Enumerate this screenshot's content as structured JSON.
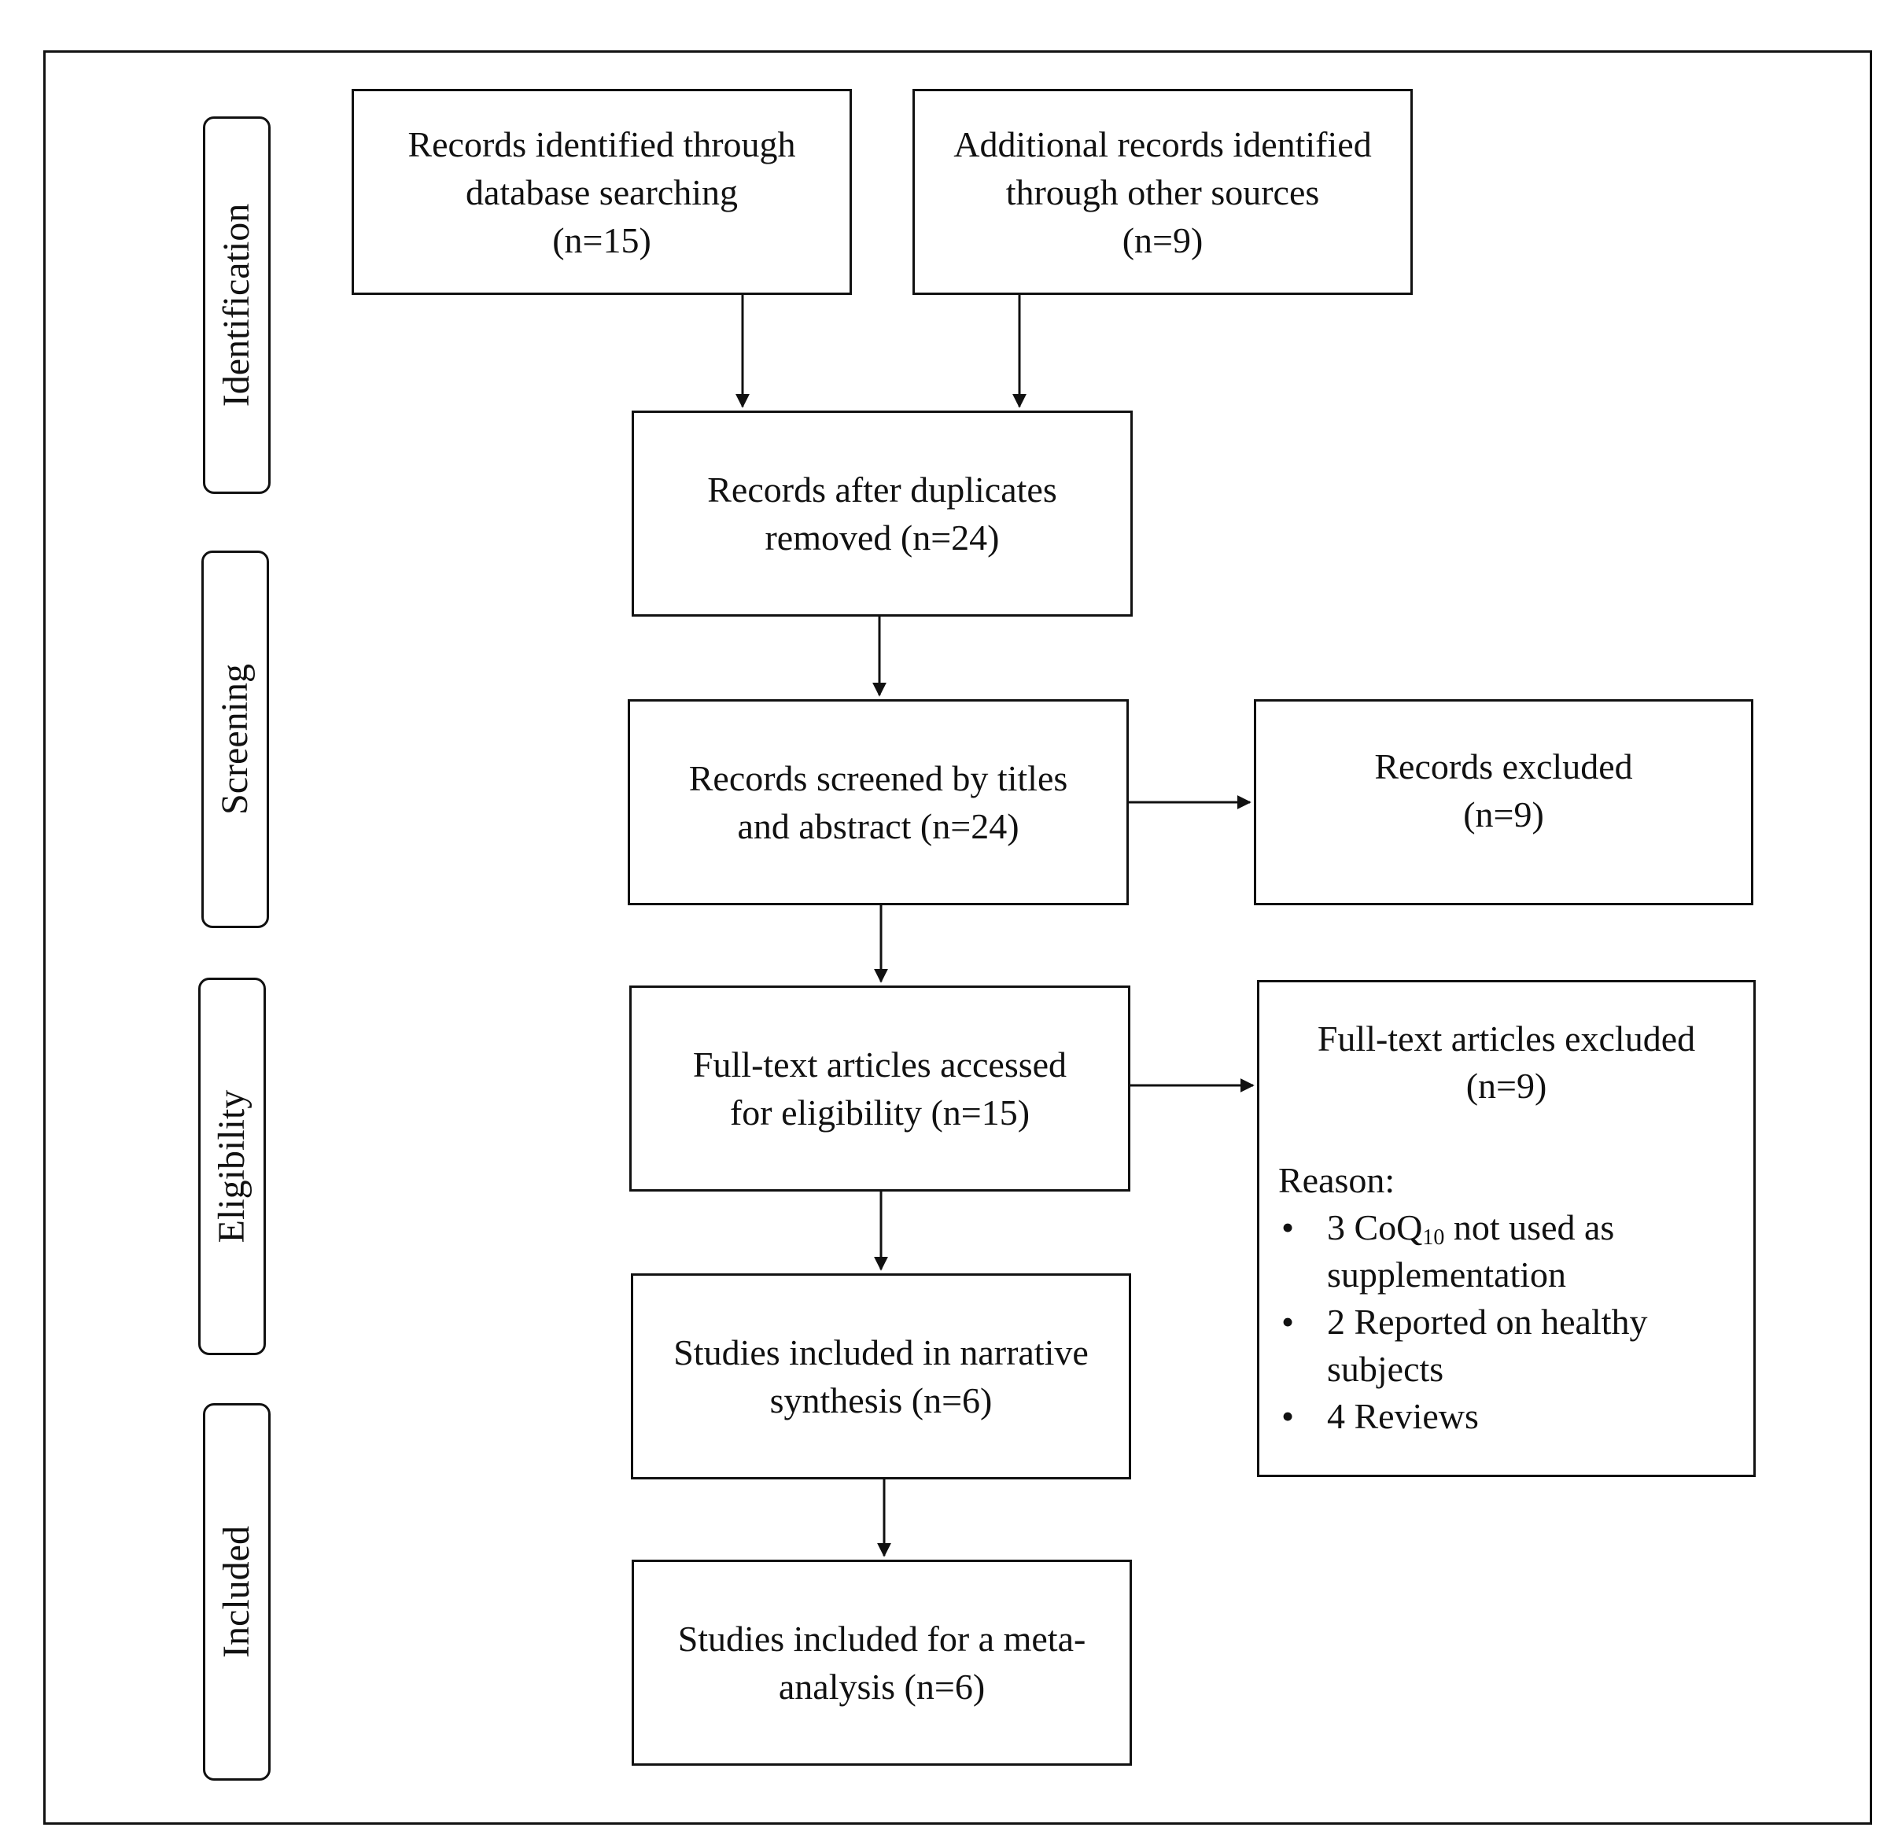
{
  "stages": {
    "identification": "Identification",
    "screening": "Screening",
    "eligibility": "Eligibility",
    "included": "Included"
  },
  "boxes": {
    "database": {
      "line1": "Records identified through",
      "line2": "database searching",
      "line3": "(n=15)"
    },
    "other_sources": {
      "line1": "Additional records identified",
      "line2": "through other sources",
      "line3": "(n=9)"
    },
    "after_duplicates": {
      "line1": "Records after duplicates",
      "line2": "removed (n=24)"
    },
    "screened": {
      "line1": "Records screened by titles",
      "line2": "and abstract (n=24)"
    },
    "records_excluded": {
      "line1": "Records excluded",
      "line2": "(n=9)"
    },
    "fulltext": {
      "line1": "Full-text articles accessed",
      "line2": "for eligibility (n=15)"
    },
    "narrative": {
      "line1": "Studies included in narrative",
      "line2": "synthesis (n=6)"
    },
    "meta": {
      "line1": "Studies included for a meta-",
      "line2": "analysis (n=6)"
    }
  },
  "fulltext_excluded": {
    "line1": "Full-text articles excluded",
    "line2": "(n=9)",
    "reason_label": "Reason:",
    "bullet": "•",
    "reasons": [
      {
        "pre": "3 CoQ",
        "sub": "10",
        "post": " not used as",
        "line2": "supplementation"
      },
      {
        "pre": "2 Reported on healthy",
        "line2": "subjects"
      },
      {
        "pre": "4 Reviews"
      }
    ]
  }
}
